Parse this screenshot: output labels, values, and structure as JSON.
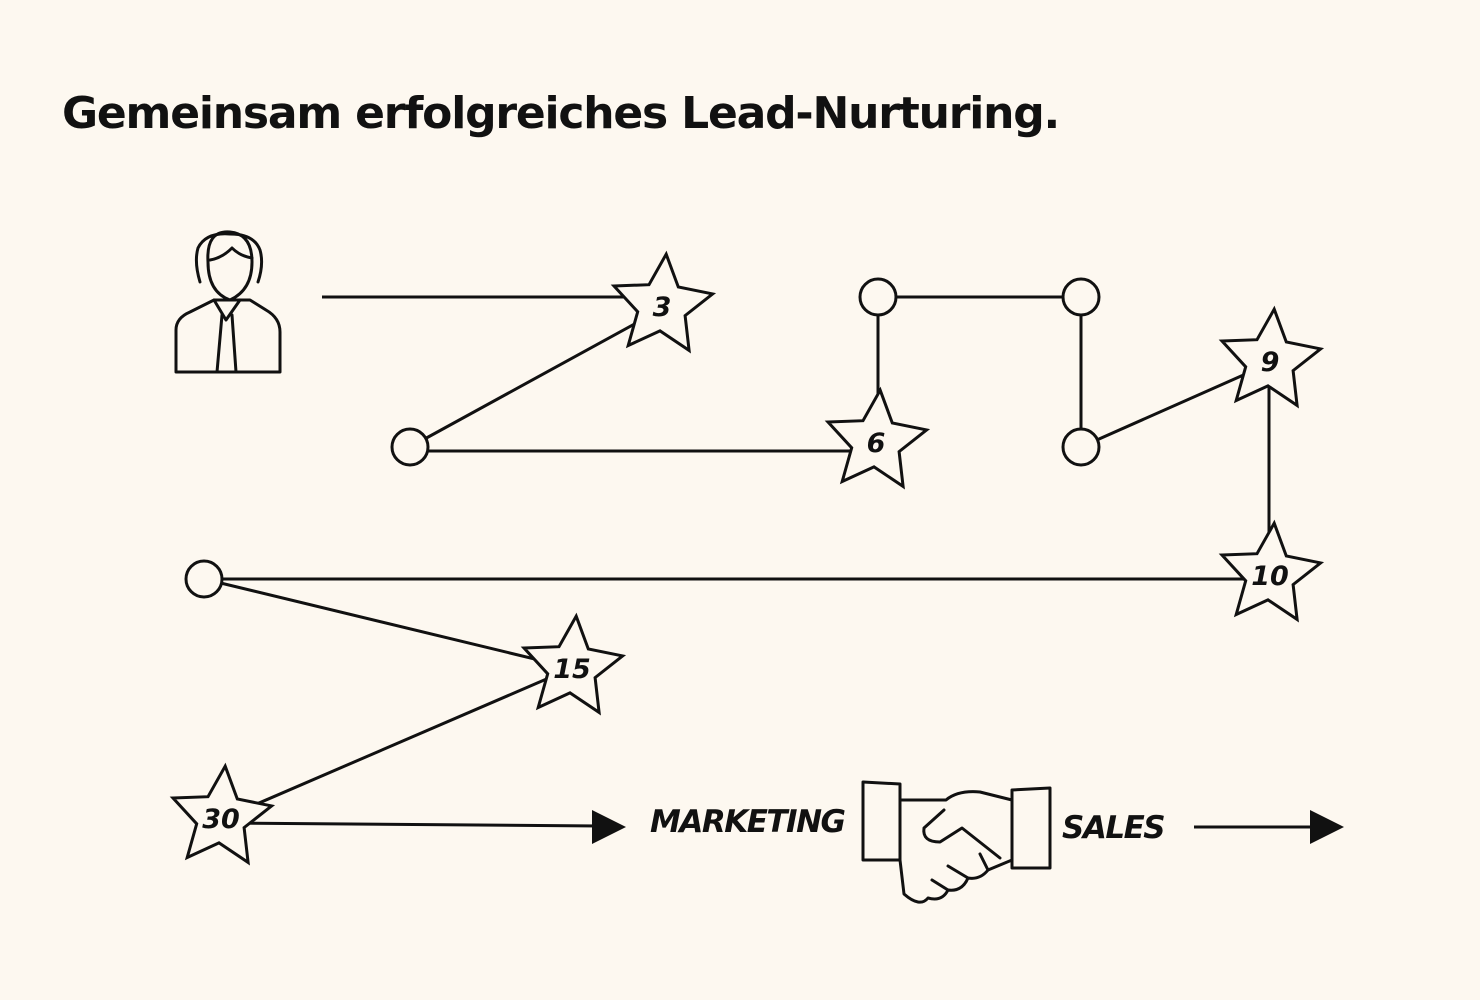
{
  "title": "Gemeinsam erfolgreiches Lead-Nurturing.",
  "stars": [
    "3",
    "6",
    "9",
    "10",
    "15",
    "30"
  ],
  "flow": {
    "left_label": "MARKETING",
    "right_label": "SALES"
  },
  "icons": [
    "person-icon",
    "handshake-icon",
    "arrow-right-icon"
  ],
  "colors": {
    "background": "#fdf8f0",
    "ink": "#111111"
  }
}
